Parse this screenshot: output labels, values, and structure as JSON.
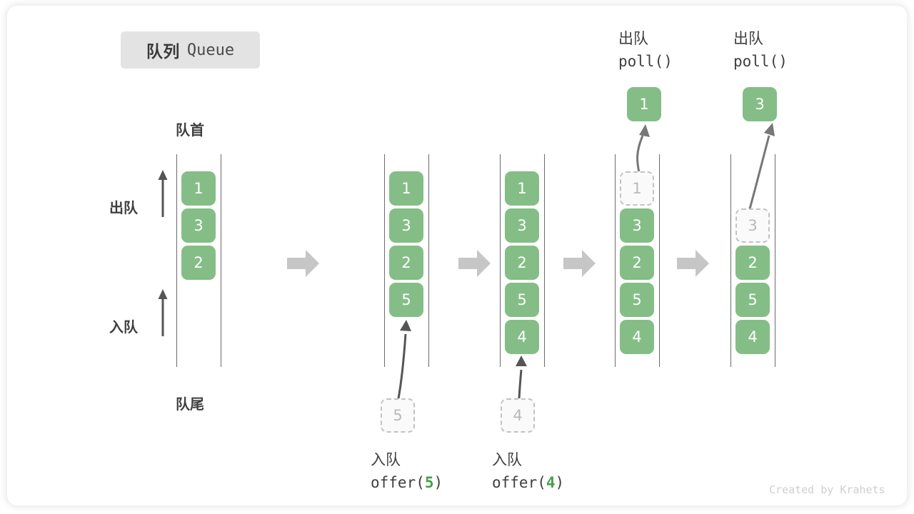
{
  "diagram": {
    "title_cn": "队列",
    "title_en": "Queue",
    "head_label": "队首",
    "tail_label": "队尾",
    "dequeue_side_label": "出队",
    "enqueue_side_label": "入队",
    "watermark": "Created by Krahets",
    "colors": {
      "element_fill": "#84be86",
      "element_text": "#ffffff",
      "ghost_fill": "#fafafa",
      "ghost_text": "#b9b9b9",
      "ghost_border": "#c2c2c2",
      "rail": "#6b6b6b",
      "badge_bg": "#e3e3e3",
      "arrow_gray": "#c6c6c6",
      "accent_green": "#45a049",
      "text": "#3f3f3f"
    }
  },
  "stages": [
    {
      "name": "initial",
      "cells": [
        {
          "value": "1",
          "state": "filled"
        },
        {
          "value": "3",
          "state": "filled"
        },
        {
          "value": "2",
          "state": "filled"
        }
      ],
      "operation_cn": "",
      "operation_code": "",
      "operation_arg": ""
    },
    {
      "name": "offer-5",
      "cells": [
        {
          "value": "1",
          "state": "filled"
        },
        {
          "value": "3",
          "state": "filled"
        },
        {
          "value": "2",
          "state": "filled"
        },
        {
          "value": "5",
          "state": "filled"
        }
      ],
      "incoming": {
        "value": "5",
        "state": "ghost"
      },
      "operation_cn": "入队",
      "operation_code_prefix": "offer(",
      "operation_arg": "5",
      "operation_code_suffix": ")"
    },
    {
      "name": "offer-4",
      "cells": [
        {
          "value": "1",
          "state": "filled"
        },
        {
          "value": "3",
          "state": "filled"
        },
        {
          "value": "2",
          "state": "filled"
        },
        {
          "value": "5",
          "state": "filled"
        },
        {
          "value": "4",
          "state": "filled"
        }
      ],
      "incoming": {
        "value": "4",
        "state": "ghost"
      },
      "operation_cn": "入队",
      "operation_code_prefix": "offer(",
      "operation_arg": "4",
      "operation_code_suffix": ")"
    },
    {
      "name": "poll-1",
      "cells": [
        {
          "value": "1",
          "state": "ghost"
        },
        {
          "value": "3",
          "state": "filled"
        },
        {
          "value": "2",
          "state": "filled"
        },
        {
          "value": "5",
          "state": "filled"
        },
        {
          "value": "4",
          "state": "filled"
        }
      ],
      "outgoing": {
        "value": "1",
        "state": "filled"
      },
      "operation_cn": "出队",
      "operation_code": "poll()"
    },
    {
      "name": "poll-3",
      "cells": [
        {
          "value": "",
          "state": "empty"
        },
        {
          "value": "3",
          "state": "ghost"
        },
        {
          "value": "2",
          "state": "filled"
        },
        {
          "value": "5",
          "state": "filled"
        },
        {
          "value": "4",
          "state": "filled"
        }
      ],
      "outgoing": {
        "value": "3",
        "state": "filled"
      },
      "operation_cn": "出队",
      "operation_code": "poll()"
    }
  ]
}
